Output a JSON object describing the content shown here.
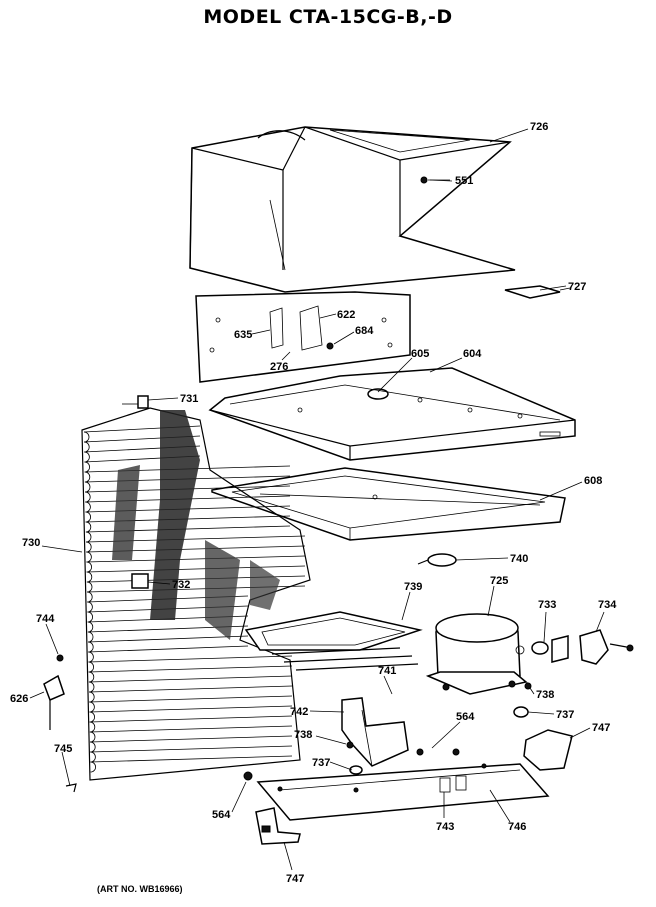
{
  "title": "MODEL CTA-15CG-B,-D",
  "art_number": "(ART NO. WB16966)",
  "callouts": {
    "c726": "726",
    "c551": "551",
    "c727": "727",
    "c622": "622",
    "c635": "635",
    "c684": "684",
    "c276": "276",
    "c605": "605",
    "c604": "604",
    "c731": "731",
    "c608": "608",
    "c730": "730",
    "c732": "732",
    "c740": "740",
    "c739": "739",
    "c725": "725",
    "c733": "733",
    "c734": "734",
    "c744": "744",
    "c626": "626",
    "c741": "741",
    "c738a": "738",
    "c742": "742",
    "c564a": "564",
    "c737a": "737",
    "c747a": "747",
    "c738b": "738",
    "c737b": "737",
    "c745": "745",
    "c564b": "564",
    "c743": "743",
    "c746": "746",
    "c747b": "747"
  }
}
